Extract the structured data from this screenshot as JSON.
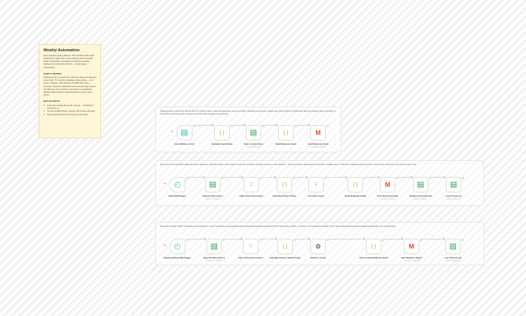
{
  "app": "n8n-workflow-canvas",
  "sticky_note": {
    "title": "Weekly Automation",
    "intro": "Every woman's cycle is different. This workflow tracks each subscriber's unique cycle, week perfectly timed reminders before every phase, and delivers personalized weekly wellness tips powered by GPT-4o — all completely automatically.",
    "how_heading": "HOW IT WORKS",
    "how_body": "Subscribers fill in a simple form with their last period date and cycle length. The workflow calculates all key dates — next period, ovulation, fertile window, and PMS start. Every morning it checks all subscribers and sends the right email at the right time. Every Sunday it generates a personalized wellness digest based on each subscriber's current cycle phase.",
    "setup_heading": "SETUP STEPS",
    "setup_steps": [
      "Create the Google Sheet with 2 sheets — Subscribers and Send Log",
      "Connect Google Sheets, OpenAI, and Gmail credentials",
      "Test by submitting the form with your own email"
    ]
  },
  "groups": [
    {
      "id": "onboarding",
      "note": "Triggered when a subscriber submits the form. Collects name, email, last period date, and cycle length. Calculates next period, ovulation day, fertile window, and PMS start date automatically. Saves full profile to Subscribers sheet and sends a welcome email with their complete cycle overview.",
      "nodes": [
        {
          "label": "Cycle Wellness Form",
          "sub": "",
          "icon": "form-icon",
          "glyph": "▤",
          "iconClass": "i-form",
          "type": "trigger",
          "hasPlus": true
        },
        {
          "label": "Calculate Cycle Dates",
          "sub": "",
          "icon": "code-icon",
          "glyph": "{ }",
          "iconClass": "i-code",
          "type": "node"
        },
        {
          "label": "Save to Subscribers",
          "sub": "append undefined",
          "icon": "google-sheets-icon",
          "glyph": "▤",
          "iconClass": "i-sheet",
          "type": "node"
        },
        {
          "label": "Build Welcome Email",
          "sub": "",
          "icon": "code-icon",
          "glyph": "{ }",
          "iconClass": "i-code",
          "type": "node"
        },
        {
          "label": "Send Welcome Email",
          "sub": "undefined undefined",
          "icon": "gmail-icon",
          "glyph": "M",
          "iconClass": "i-mail-red",
          "type": "node"
        }
      ]
    },
    {
      "id": "daily-reminders",
      "note": "Runs every morning at 8AM. Reads all active subscribers, calculates today's cycle phase for each one, and sends the right email only on the right day — period (morning) 2 days before), period start, ovulation alert, or PMS prep. Duplicate send prevention ensures each email type is only sent once per cycle.",
      "nodes": [
        {
          "label": "Daily 8AM Trigger",
          "sub": "",
          "icon": "clock-icon",
          "glyph": "◴",
          "iconClass": "i-clock",
          "type": "trigger",
          "hasPlus": true
        },
        {
          "label": "Read All Subscribers",
          "sub": "undefined undefined",
          "icon": "google-sheets-icon",
          "glyph": "▤",
          "iconClass": "i-sheet",
          "type": "node"
        },
        {
          "label": "Filter Active Subscribers",
          "sub": "",
          "icon": "filter-icon",
          "glyph": "▽",
          "iconClass": "i-filter",
          "type": "node"
        },
        {
          "label": "Calculate Today's Phase",
          "sub": "",
          "icon": "code-icon",
          "glyph": "{ }",
          "iconClass": "i-code",
          "type": "node"
        },
        {
          "label": "IF Email to Send",
          "sub": "",
          "icon": "if-branch-icon",
          "glyph": "⑂",
          "iconClass": "i-if",
          "type": "node"
        },
        {
          "label": "Build Reminder Email",
          "sub": "",
          "icon": "code-icon",
          "glyph": "{ }",
          "iconClass": "i-code",
          "type": "node"
        },
        {
          "label": "Send Reminder Email",
          "sub": "undefined undefined",
          "icon": "gmail-icon",
          "glyph": "M",
          "iconClass": "i-mail-red",
          "type": "node"
        },
        {
          "label": "Update Last Email Sent",
          "sub": "update undefined",
          "icon": "google-sheets-icon",
          "glyph": "▤",
          "iconClass": "i-sheet",
          "type": "node"
        },
        {
          "label": "Log to Send Log",
          "sub": "append undefined",
          "icon": "google-sheets-icon",
          "glyph": "▤",
          "iconClass": "i-sheet",
          "type": "node"
        }
      ],
      "branch_label": "true"
    },
    {
      "id": "weekly-digest",
      "note": "Runs every Sunday at 9AM. Calculates each subscriber's current cycle phase and generates a fully personalized wellness email using GPT-4o with energy, nutrition, movement, and mindset tips specific to their phase. Email design and colors adapt automatically to the current phase.",
      "nodes": [
        {
          "label": "Weekly Sunday 9AM Trigger",
          "sub": "",
          "icon": "clock-icon",
          "glyph": "◴",
          "iconClass": "i-clock",
          "type": "trigger",
          "hasPlus": true
        },
        {
          "label": "Read All Subscribers1",
          "sub": "undefined undefined",
          "icon": "google-sheets-icon",
          "glyph": "▤",
          "iconClass": "i-sheet",
          "type": "node"
        },
        {
          "label": "Filter Active Subscribers1",
          "sub": "",
          "icon": "filter-icon",
          "glyph": "▽",
          "iconClass": "i-filter",
          "type": "node"
        },
        {
          "label": "Calculate Phase & Build Prompt",
          "sub": "",
          "icon": "code-icon",
          "glyph": "{ }",
          "iconClass": "i-code",
          "type": "node"
        },
        {
          "label": "Wellness Coach",
          "sub": "",
          "icon": "ai-agent-icon",
          "glyph": "⚙",
          "iconClass": "i-ai",
          "type": "node"
        },
        {
          "label": "Parse & Build Wellness Email",
          "sub": "",
          "icon": "code-icon",
          "glyph": "{ }",
          "iconClass": "i-code",
          "type": "node"
        },
        {
          "label": "Send Wellness Digest",
          "sub": "undefined undefined",
          "icon": "gmail-icon",
          "glyph": "M",
          "iconClass": "i-mail-red",
          "type": "node"
        },
        {
          "label": "Log to Send Log1",
          "sub": "append undefined",
          "icon": "google-sheets-icon",
          "glyph": "▤",
          "iconClass": "i-sheet",
          "type": "node"
        }
      ]
    }
  ]
}
